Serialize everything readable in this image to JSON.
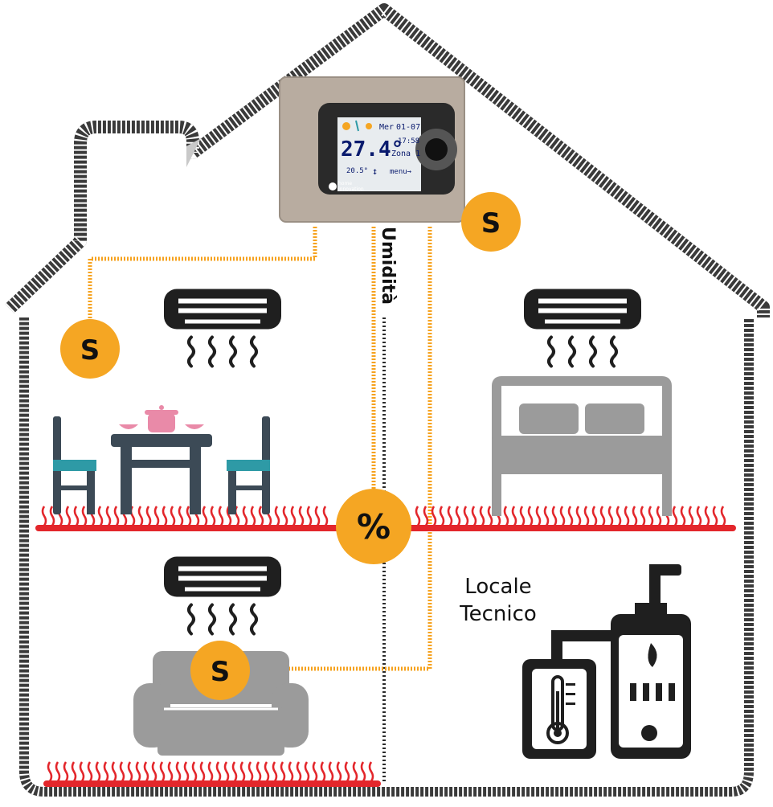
{
  "thermostat": {
    "day": "Mer",
    "date": "01-07",
    "time": "17:58",
    "temperature": "27.4°",
    "zone": "Zona 1",
    "setpoint": "20.5°",
    "menu": "menu→",
    "brand_line1": "home",
    "brand_line2": "innovation"
  },
  "labels": {
    "humidity_line": "Umidità",
    "technical_room_line1": "Locale",
    "technical_room_line2": "Tecnico"
  },
  "sensors": {
    "temperature_symbol": "S",
    "humidity_symbol": "%"
  },
  "colors": {
    "sensor_orange": "#f5a623",
    "wire_orange": "#f6a21e",
    "heating_red": "#e3262b",
    "wall_dark": "#3a3a3a",
    "furniture_dark": "#3c4a56",
    "furniture_teal": "#2e9aa6",
    "pot_pink": "#e98aa8",
    "gray_furniture": "#9b9b9b",
    "appliance_black": "#1f1f1f"
  }
}
